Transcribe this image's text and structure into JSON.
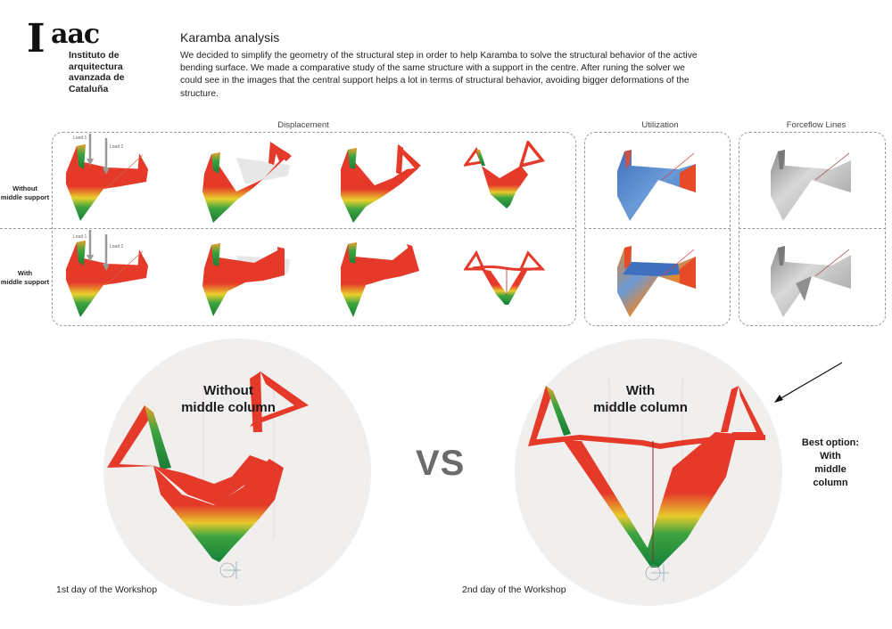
{
  "logo": {
    "mark_I": "I",
    "mark_aac": "aac",
    "subtitle_lines": [
      "Instituto de",
      "arquitectura",
      "avanzada de",
      "Cataluña"
    ]
  },
  "header": {
    "title": "Karamba analysis",
    "description": "We decided to simplify the geometry of the structural step  in order to help Karamba to solve the structural behavior of the active bending surface. We made a comparative study of the same structure with a support in the centre. After runing the solver we could see in the images that the central support helps a lot in terms of structural behavior, avoiding bigger deformations of the structure."
  },
  "comparison_grid": {
    "sections": [
      {
        "label": "Displacement"
      },
      {
        "label": "Utilization"
      },
      {
        "label": "Forceflow Lines"
      }
    ],
    "rows": [
      {
        "label_line1": "Without",
        "label_line2": "middle support"
      },
      {
        "label_line1": "With",
        "label_line2": "middle support"
      }
    ],
    "load_labels": [
      "Load 1",
      "Load 2"
    ],
    "colors": {
      "displacement_high": "#e53a2a",
      "displacement_mid": "#e8d12c",
      "displacement_low": "#1f8a3a",
      "utilization_base": "#3f6fbf",
      "utilization_high": "#e64a26",
      "forceflow": "#b9b9b9"
    }
  },
  "comparison_large": {
    "left": {
      "label_line1": "Without",
      "label_line2": "middle column",
      "caption": "1st day of the Workshop"
    },
    "vs_label": "VS",
    "right": {
      "label_line1": "With",
      "label_line2": "middle column",
      "caption": "2nd day of the Workshop"
    },
    "best_option": {
      "line1": "Best option:",
      "line2": "With",
      "line3": "middle",
      "line4": "column"
    },
    "circle_color": "#f1efed"
  }
}
